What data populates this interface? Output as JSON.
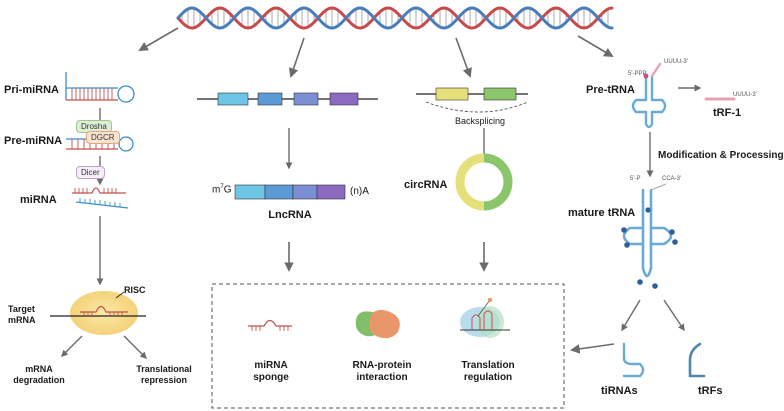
{
  "mirna": {
    "pri": "Pri-miRNA",
    "drosha": "Drosha",
    "dgcr": "DGCR",
    "pre": "Pre-miRNA",
    "dicer": "Dicer",
    "mature": "miRNA",
    "risc": "RISC",
    "target_line1": "Target",
    "target_line2": "mRNA",
    "degradation_line1": "mRNA",
    "degradation_line2": "degradation",
    "repression_line1": "Translational",
    "repression_line2": "repression"
  },
  "lncrna": {
    "cap": "m7G",
    "cap_base": "m",
    "cap_sup": "7",
    "cap_end": "G",
    "tail": "(n)A",
    "name": "LncRNA"
  },
  "circrna": {
    "splice": "Backsplicing",
    "name": "circRNA"
  },
  "trna": {
    "pre": "Pre-tRNA",
    "five_ppp": "5'-PPP",
    "uuuu": "UUUU-3'",
    "trf1_tail": "UUUU-3'",
    "trf1": "tRF-1",
    "modification": "Modification & Processing",
    "five_p": "5'-P",
    "cca": "CCA-3'",
    "mature": "mature tRNA",
    "tirnas": "tiRNAs",
    "trfs": "tRFs"
  },
  "functions": {
    "sponge_line1": "miRNA",
    "sponge_line2": "sponge",
    "protein_line1": "RNA-protein",
    "protein_line2": "interaction",
    "translation_line1": "Translation",
    "translation_line2": "regulation"
  },
  "colors": {
    "dna_red": "#c84b4b",
    "dna_blue": "#4a7db8",
    "rna_red": "#c0504d",
    "rna_blue": "#3b8ec9",
    "arrow": "#6b6b6b",
    "exon_cyan": "#6ec6e6",
    "exon_blue": "#5b9bd5",
    "exon_mid": "#7b8fd4",
    "exon_purple": "#8a6bbf",
    "circ_yellow": "#e6e07a",
    "circ_green": "#8cc66a",
    "trna_blue": "#6aaad8",
    "risc_yellow": "#f5dc8c"
  }
}
